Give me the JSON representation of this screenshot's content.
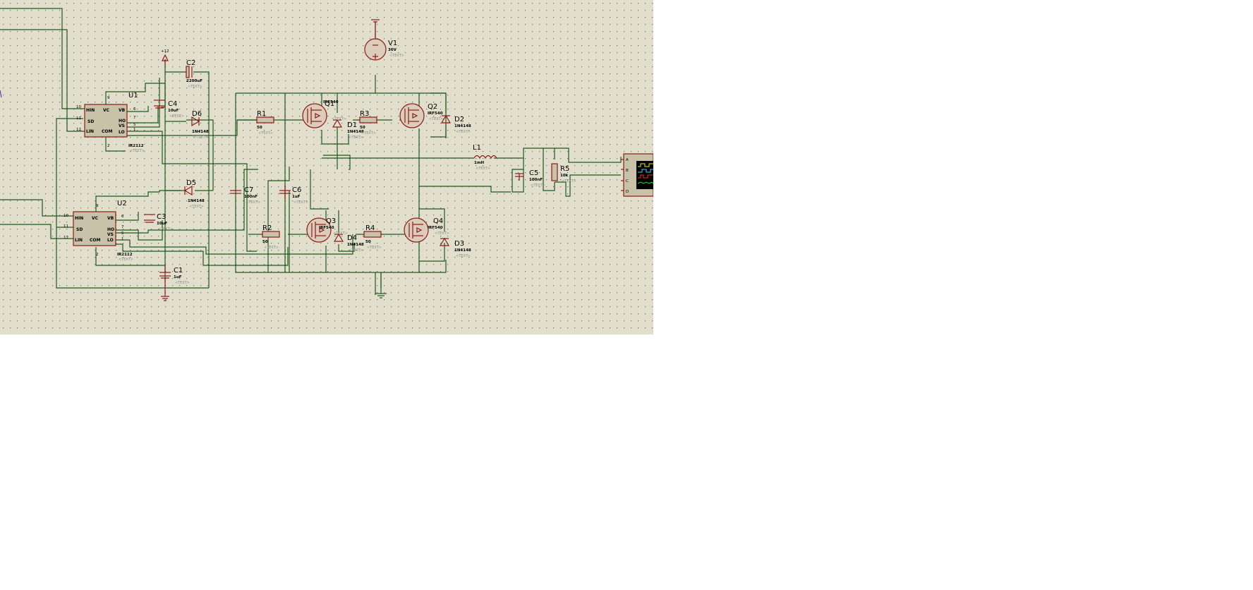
{
  "colors": {
    "background": "#e1dfcc",
    "wire": "#1d5a1d",
    "component": "#8b1a1a",
    "chip": "#c8c2a8"
  },
  "power": {
    "vcc_label": "+12"
  },
  "source": {
    "name": "V1",
    "value": "36V",
    "text": "<TEXT>"
  },
  "drivers": [
    {
      "name": "U1",
      "part": "IR2112",
      "pins": {
        "hin": "HIN",
        "sd": "SD",
        "lin": "LIN",
        "vc": "VC",
        "vb": "VB",
        "ho": "HO",
        "vs": "VS",
        "com": "COM",
        "lo": "LO"
      },
      "pin_nums": {
        "n9": "9",
        "n10": "10",
        "n11": "11",
        "n12": "12",
        "n6": "6",
        "n7": "7",
        "n5": "5",
        "n1": "1",
        "n2": "2"
      }
    },
    {
      "name": "U2",
      "part": "IR2112",
      "pins": {
        "hin": "HIN",
        "sd": "SD",
        "lin": "LIN",
        "vc": "VC",
        "vb": "VB",
        "ho": "HO",
        "vs": "VS",
        "com": "COM",
        "lo": "LO"
      },
      "pin_nums": {
        "n9": "9",
        "n10": "10",
        "n11": "11",
        "n12": "12",
        "n6": "6",
        "n7": "7",
        "n5": "5",
        "n1": "1",
        "n2": "2"
      }
    }
  ],
  "capacitors": [
    {
      "name": "C1",
      "value": "1uF",
      "text": "<TEXT>"
    },
    {
      "name": "C2",
      "value": "2200uF",
      "text": "<TEXT>"
    },
    {
      "name": "C3",
      "value": "10uF",
      "text": "<TEXT>"
    },
    {
      "name": "C4",
      "value": "10uF",
      "text": "<TEXT>"
    },
    {
      "name": "C5",
      "value": "100nF",
      "text": "<TEXT>"
    },
    {
      "name": "C6",
      "value": "1uF",
      "text": "<TEXT>"
    },
    {
      "name": "C7",
      "value": "100nF",
      "text": "<TEXT>"
    }
  ],
  "diodes": [
    {
      "name": "D1",
      "value": "1N4148",
      "text": "<TEXT>"
    },
    {
      "name": "D2",
      "value": "1N4148",
      "text": "<TEXT>"
    },
    {
      "name": "D3",
      "value": "1N4148",
      "text": "<TEXT>"
    },
    {
      "name": "D4",
      "value": "1N4148",
      "text": "<TEXT>"
    },
    {
      "name": "D5",
      "value": "1N4148",
      "text": "<TEXT>"
    },
    {
      "name": "D6",
      "value": "1N4148",
      "text": "<TEXT>"
    }
  ],
  "resistors": [
    {
      "name": "R1",
      "value": "50",
      "text": "<TEXT>"
    },
    {
      "name": "R2",
      "value": "50",
      "text": "<TEXT>"
    },
    {
      "name": "R3",
      "value": "50",
      "text": "<TEXT>"
    },
    {
      "name": "R4",
      "value": "50",
      "text": "<TEXT>"
    },
    {
      "name": "R5",
      "value": "10k",
      "text": "<TEXT>"
    }
  ],
  "mosfets": [
    {
      "name": "Q1",
      "value": "IRF540",
      "text": "<TEXT>"
    },
    {
      "name": "Q2",
      "value": "IRF540",
      "text": "<TEXT>"
    },
    {
      "name": "Q3",
      "value": "IRF540",
      "text": "<TEXT>"
    },
    {
      "name": "Q4",
      "value": "IRF540",
      "text": "<TEXT>"
    }
  ],
  "inductor": {
    "name": "L1",
    "value": "1mH",
    "text": "<TEXT>"
  },
  "scope": {
    "channels": [
      "A",
      "B",
      "C",
      "D"
    ]
  }
}
